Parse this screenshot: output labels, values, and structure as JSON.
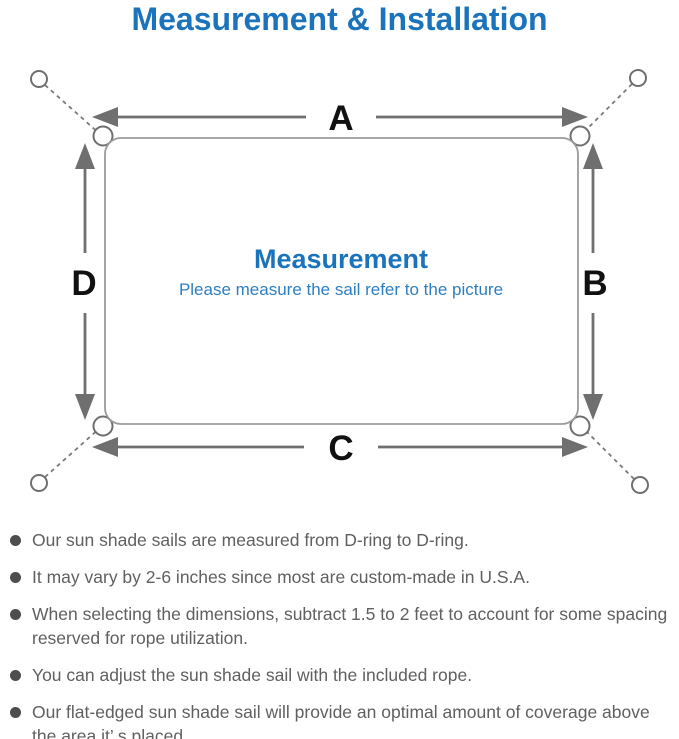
{
  "title": "Measurement & Installation",
  "diagram": {
    "labels": {
      "top": "A",
      "right": "B",
      "bottom": "C",
      "left": "D"
    },
    "center_title": "Measurement",
    "center_subtitle": "Please measure the sail refer to the picture"
  },
  "notes": {
    "items": [
      "Our sun shade sails are measured from D-ring to D-ring.",
      "It may vary by 2-6 inches since most are custom-made in U.S.A.",
      "When selecting the dimensions, subtract 1.5 to 2 feet to account for some spacing reserved for rope utilization.",
      "You can adjust the sun shade sail with the included rope.",
      "Our flat-edged sun shade sail will provide an optimal amount of coverage above the area it’ s placed."
    ]
  },
  "colors": {
    "accent_blue": "#1b74bb",
    "subtitle_blue": "#2e7fc1",
    "arrow_gray": "#6f6f6f",
    "outline_gray": "#9b9b9b",
    "note_text_gray": "#606060",
    "label_black": "#111111"
  }
}
